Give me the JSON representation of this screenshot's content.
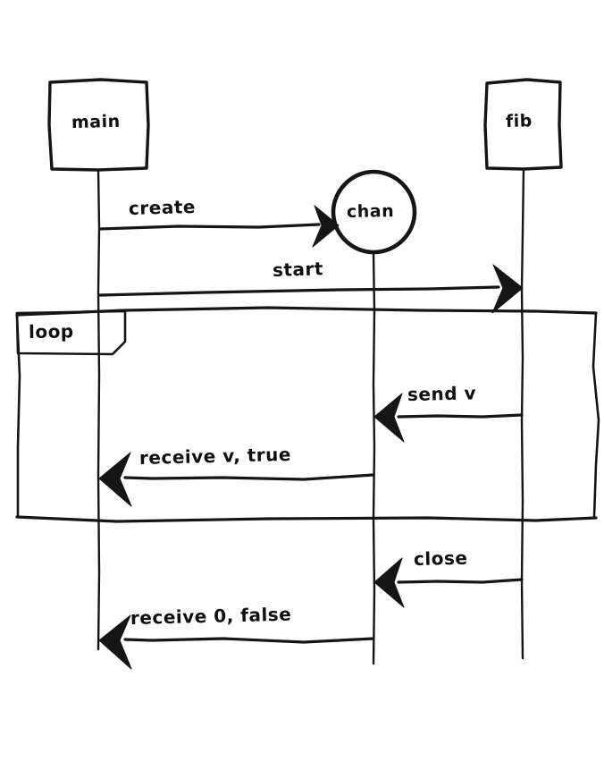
{
  "diagram": {
    "kind": "sequence-diagram",
    "style": "hand-drawn-sketch",
    "background_color": "#ffffff",
    "ink_color": "#151515",
    "participants": [
      {
        "id": "main",
        "label": "main",
        "shape": "box"
      },
      {
        "id": "chan",
        "label": "chan",
        "shape": "circle"
      },
      {
        "id": "fib",
        "label": "fib",
        "shape": "box"
      }
    ],
    "frames": [
      {
        "id": "loop",
        "label": "loop",
        "kind": "loop"
      }
    ],
    "messages": [
      {
        "id": "create",
        "label": "create",
        "from": "main",
        "to": "chan",
        "direction": "right"
      },
      {
        "id": "start",
        "label": "start",
        "from": "main",
        "to": "fib",
        "direction": "right"
      },
      {
        "id": "send-v",
        "label": "send v",
        "from": "fib",
        "to": "chan",
        "direction": "left"
      },
      {
        "id": "receive-true",
        "label": "receive v, true",
        "from": "chan",
        "to": "main",
        "direction": "left"
      },
      {
        "id": "close",
        "label": "close",
        "from": "fib",
        "to": "chan",
        "direction": "left"
      },
      {
        "id": "receive-false",
        "label": "receive 0, false",
        "from": "chan",
        "to": "main",
        "direction": "left"
      }
    ]
  }
}
